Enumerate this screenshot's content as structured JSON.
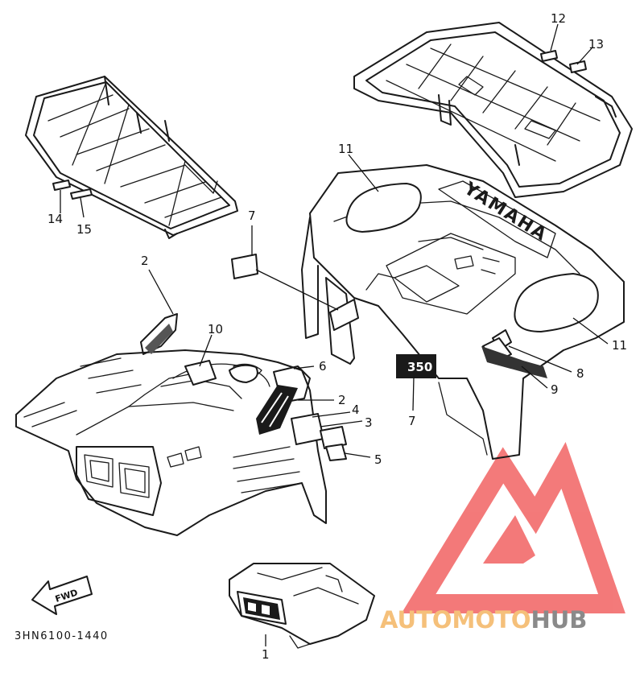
{
  "callouts": [
    {
      "id": "c1",
      "text": "1"
    },
    {
      "id": "c2a",
      "text": "2"
    },
    {
      "id": "c2b",
      "text": "2"
    },
    {
      "id": "c3",
      "text": "3"
    },
    {
      "id": "c4",
      "text": "4"
    },
    {
      "id": "c5",
      "text": "5"
    },
    {
      "id": "c6",
      "text": "6"
    },
    {
      "id": "c7a",
      "text": "7"
    },
    {
      "id": "c7b",
      "text": "7"
    },
    {
      "id": "c8",
      "text": "8"
    },
    {
      "id": "c9",
      "text": "9"
    },
    {
      "id": "c10",
      "text": "10"
    },
    {
      "id": "c11a",
      "text": "11"
    },
    {
      "id": "c11b",
      "text": "11"
    },
    {
      "id": "c12",
      "text": "12"
    },
    {
      "id": "c13",
      "text": "13"
    },
    {
      "id": "c14",
      "text": "14"
    },
    {
      "id": "c15",
      "text": "15"
    }
  ],
  "fender_brand_text": "YAMAHA",
  "badge_text": "350",
  "fwd_arrow_text": "FWD",
  "drawing_code": "3HN6100-1440",
  "watermark": {
    "part1": "AUTOMOTO",
    "part2": "HUB",
    "color1": "#f5c07a",
    "color2": "#8a8a8a",
    "logo_color": "#f26b6b"
  }
}
